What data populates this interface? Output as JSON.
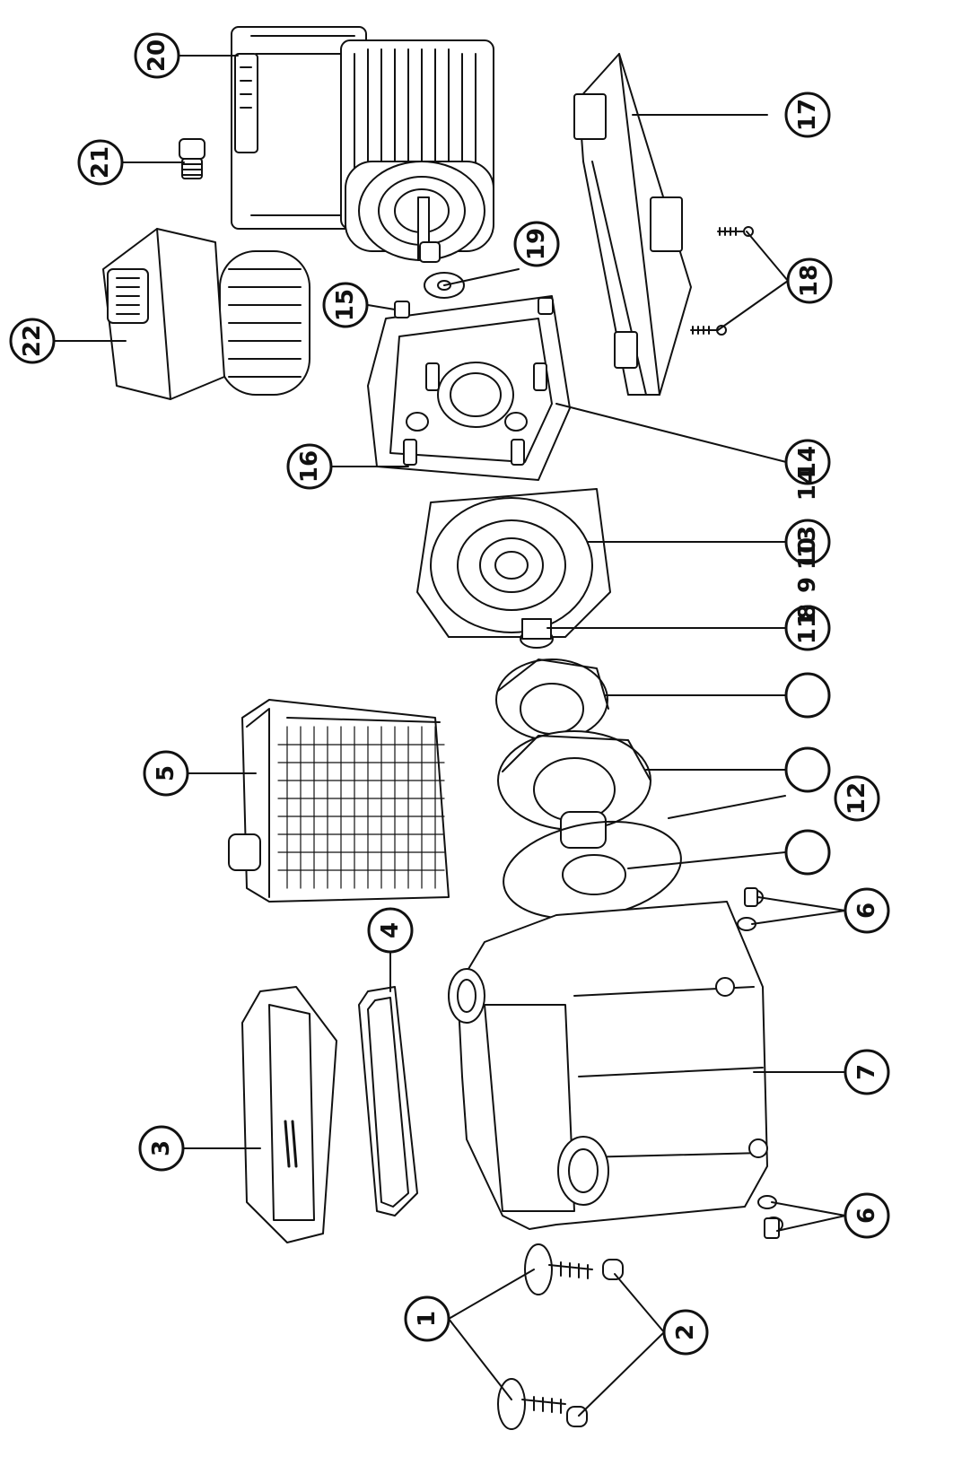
{
  "labels": {
    "l1": "1",
    "l2": "2",
    "l3": "3",
    "l4": "4",
    "l5": "5",
    "l6a": "6",
    "l6b": "6",
    "l7": "7",
    "l9": "9",
    "l11": "11",
    "l12": "12",
    "l13": "13",
    "l14": "14",
    "l15": "15",
    "l16": "16",
    "l17": "17",
    "l18": "18",
    "l19": "19",
    "l20": "20",
    "l21": "21",
    "l22": "22"
  },
  "overlap_digits": {
    "d8": "8",
    "d10": "10",
    "d14_side": "14"
  },
  "colors": {
    "line": "#111111",
    "fill": "#ffffff",
    "shade": "#d9d9d9"
  }
}
